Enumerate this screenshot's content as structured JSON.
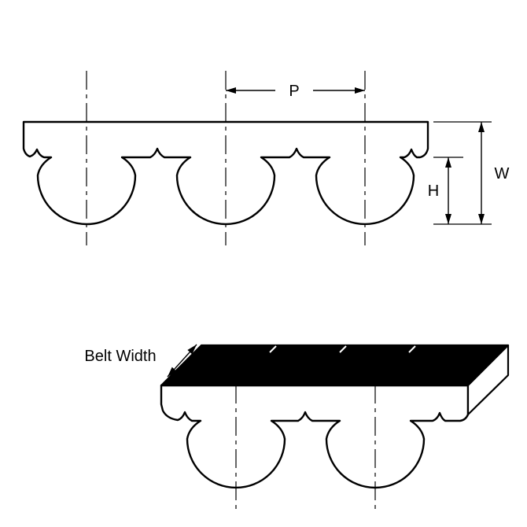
{
  "diagram": {
    "labels": {
      "pitch": "P",
      "width": "W",
      "height": "H",
      "belt_width": "Belt Width"
    },
    "colors": {
      "line": "#000000",
      "surface_fill": "#ffffff",
      "top_face_fill": "#000000",
      "background": "#ffffff"
    }
  }
}
